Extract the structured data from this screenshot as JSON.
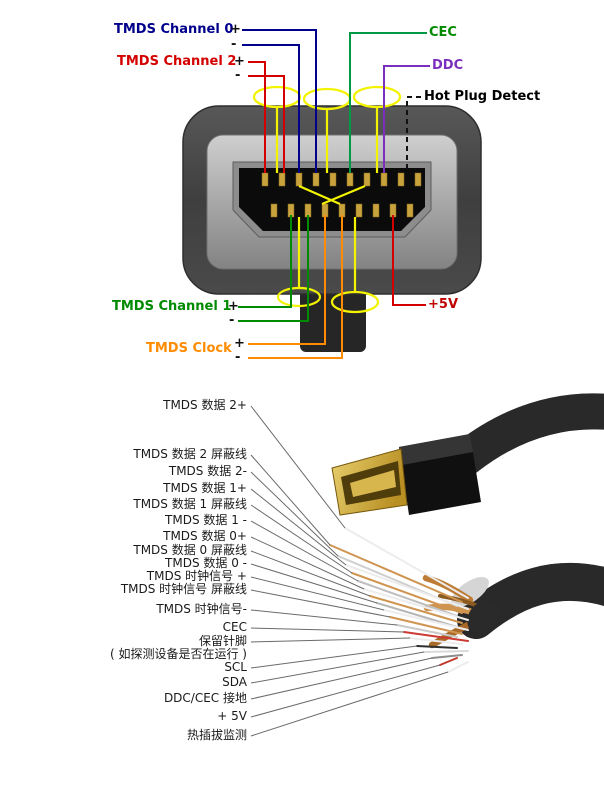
{
  "connector_diagram": {
    "tmds_channel_0": {
      "label": "TMDS Channel 0",
      "plus": "+",
      "minus": "-",
      "color": "#00008B"
    },
    "tmds_channel_2": {
      "label": "TMDS Channel 2",
      "plus": "+",
      "minus": "-",
      "color": "#D40000"
    },
    "tmds_channel_1": {
      "label": "TMDS Channel 1",
      "plus": "+",
      "minus": "-",
      "color": "#008A00"
    },
    "tmds_clock": {
      "label": "TMDS Clock",
      "plus": "+",
      "minus": "-",
      "color": "#FF8C00"
    },
    "cec": {
      "label": "CEC",
      "color": "#008A00"
    },
    "ddc": {
      "label": "DDC",
      "color": "#7B2FBE"
    },
    "hot_plug_detect": {
      "label": "Hot Plug Detect",
      "color": "#000000"
    },
    "plus_5v": {
      "label": "+5V",
      "color": "#C00000"
    },
    "shield_ring_color": "#F3F300"
  },
  "cable_diagram": {
    "leader_line_color": "#6A6A6A",
    "labels": [
      {
        "text": "TMDS 数据 2+"
      },
      {
        "text": "TMDS 数据 2 屏蔽线"
      },
      {
        "text": "TMDS 数据 2-"
      },
      {
        "text": "TMDS 数据 1+"
      },
      {
        "text": "TMDS 数据 1 屏蔽线"
      },
      {
        "text": "TMDS 数据 1 -"
      },
      {
        "text": "TMDS 数据 0+"
      },
      {
        "text": "TMDS 数据 0 屏蔽线"
      },
      {
        "text": "TMDS 数据 0 -"
      },
      {
        "text": "TMDS 时钟信号 +"
      },
      {
        "text": "TMDS 时钟信号 屏蔽线"
      },
      {
        "text": "TMDS 时钟信号-"
      },
      {
        "text": "CEC"
      },
      {
        "text": "保留针脚\n( 如探测设备是否在运行 )"
      },
      {
        "text": "SCL"
      },
      {
        "text": "SDA"
      },
      {
        "text": "DDC/CEC 接地"
      },
      {
        "text": "+ 5V"
      },
      {
        "text": "热插拔监测"
      }
    ]
  }
}
